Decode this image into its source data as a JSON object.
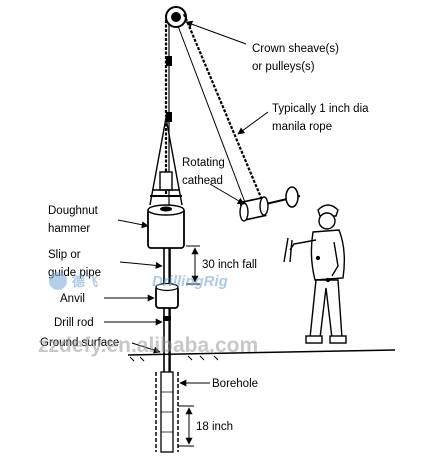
{
  "labels": {
    "crown_sheave_line1": "Crown sheave(s)",
    "crown_sheave_line2": "or pulleys(s)",
    "rope_line1": "Typically 1 inch dia",
    "rope_line2": "manila rope",
    "cathead_line1": "Rotating",
    "cathead_line2": "cathead",
    "hammer_line1": "Doughnut",
    "hammer_line2": "hammer",
    "guide_line1": "Slip or",
    "guide_line2": "guide pipe",
    "fall": "30 inch fall",
    "anvil": "Anvil",
    "drill_rod": "Drill rod",
    "ground_surface": "Ground surface",
    "borehole": "Borehole",
    "depth": "18 inch"
  },
  "watermarks": {
    "site": "zzdefy.en.alibaba.com",
    "brand_cn": "德飞",
    "brand_en": "DrillingRig"
  },
  "icons": {
    "crown_sheave": "pulley-icon",
    "cathead": "cathead-drum-icon",
    "operator": "worker-figure-icon"
  }
}
